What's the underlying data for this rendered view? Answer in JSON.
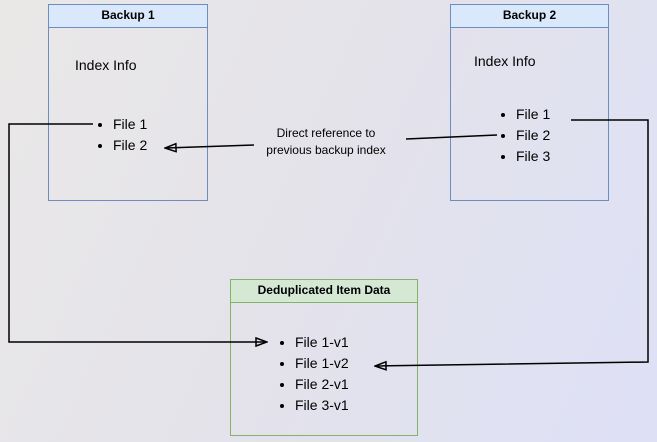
{
  "diagram": {
    "background": {
      "gradient_from": "#eae8e7",
      "gradient_to": "#dee0f6"
    },
    "colors": {
      "blue_header_fill": "#dae8fc",
      "blue_border": "#6c8ebf",
      "green_header_fill": "#d5e8d4",
      "green_border": "#82b366",
      "line": "#000000"
    },
    "boxes": {
      "backup1": {
        "title": "Backup 1",
        "subtitle": "Index Info",
        "items": [
          "File 1",
          "File 2"
        ]
      },
      "backup2": {
        "title": "Backup 2",
        "subtitle": "Index Info",
        "items": [
          "File 1",
          "File 2",
          "File 3"
        ]
      },
      "dedup": {
        "title": "Deduplicated Item Data",
        "items": [
          "File 1-v1",
          "File 1-v2",
          "File 2-v1",
          "File 3-v1"
        ]
      }
    },
    "annotation": {
      "line1": "Direct reference to",
      "line2": "previous backup index"
    }
  }
}
